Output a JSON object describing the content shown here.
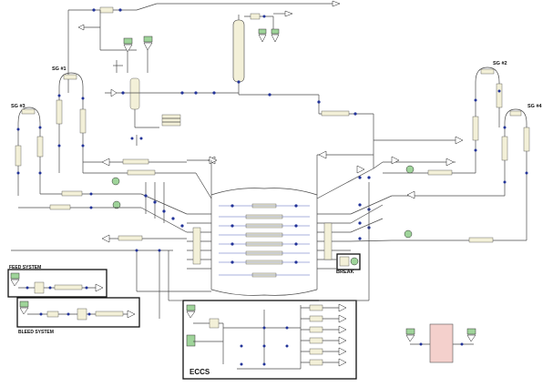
{
  "labels": {
    "sg3": "SG #3",
    "sg1": "SG #1",
    "sg2": "SG #2",
    "sg4": "SG #4",
    "feed_system": "FEED SYSTEM",
    "bleed_system": "BLEED SYSTEM",
    "break": "BREAK",
    "eccs": "ECCS"
  },
  "colors": {
    "pipe": "#4a4a4a",
    "junction": "#223399",
    "component": "#f3f0d8",
    "boundary": "#9fd49a",
    "tank": "#f4d0cc"
  }
}
